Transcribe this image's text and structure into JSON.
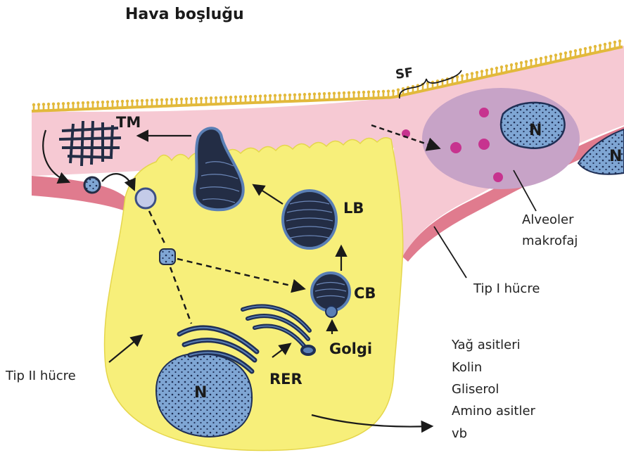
{
  "title": "Hava boşluğu",
  "labels": {
    "tm": "TM",
    "sf": "SF",
    "lb": "LB",
    "cb": "CB",
    "golgi": "Golgi",
    "rer": "RER",
    "nucleus": "N",
    "alveolar_macrophage_line1": "Alveoler",
    "alveolar_macrophage_line2": "makrofaj",
    "type1_cell": "Tip I hücre",
    "type2_cell": "Tip II hücre"
  },
  "precursors": [
    "Yağ asitleri",
    "Kolin",
    "Gliserol",
    "Amino asitler",
    "vb"
  ],
  "colors": {
    "interstitium": "#f6c9d3",
    "basement": "#e07b8e",
    "type2_cell": "#f7ef7a",
    "macrophage": "#c7a3c7",
    "nucleus": "#7fa6d4",
    "organelle": "#232d45",
    "surfactant_layer": "#e2b93b",
    "granule": "#c7338f"
  }
}
